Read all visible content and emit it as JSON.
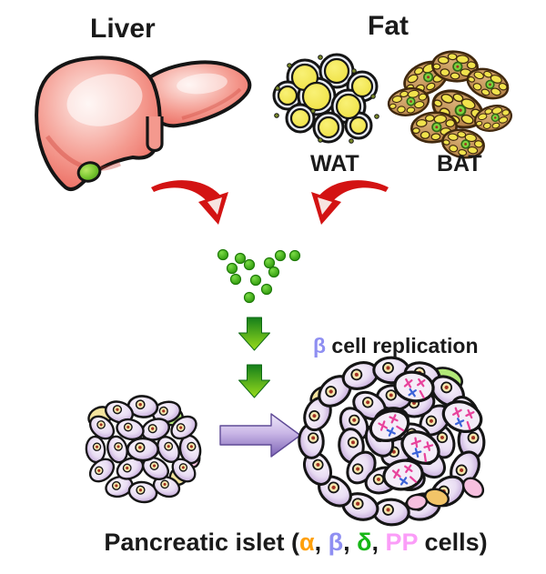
{
  "labels": {
    "liver": "Liver",
    "fat": "Fat",
    "wat": "WAT",
    "bat": "BAT"
  },
  "replication": {
    "beta_symbol": "β",
    "text": " cell replication"
  },
  "caption": {
    "prefix": "Pancreatic islet (",
    "alpha_symbol": "α",
    "sep1": ", ",
    "beta_symbol": "β",
    "sep2": ", ",
    "delta_symbol": "δ",
    "sep3": ", ",
    "pp": "PP",
    "suffix": " cells)"
  },
  "illustrations": {
    "liver": "hand-drawn liver with gallbladder",
    "wat": "white adipose tissue cell cluster",
    "bat": "brown adipose tissue cell cluster",
    "red_arrows": "red curved arrows from liver and fat",
    "green_dots": "secreted factor dots",
    "green_arrows": "downward green arrows",
    "purple_arrow": "islet growth arrow",
    "small_islet": "small pancreatic islet",
    "large_islet": "enlarged pancreatic islet with replicating beta cells"
  },
  "colors": {
    "background": "#ffffff",
    "text": "#1a1a1a",
    "alpha": "#ffa00a",
    "beta": "#8f8ff2",
    "delta": "#16b616",
    "pp": "#fb9df8",
    "outline": "#151515",
    "red_arrow": "#d31313",
    "red_arrow_inset": "#f7e3e0",
    "liver_highlight": "#fdece8",
    "liver_mid": "#f4998e",
    "liver_fill": "#e85b50",
    "liver_shade": "#c8352c",
    "gall_light": "#b8e864",
    "gall_mid": "#72c22c",
    "gall_dark": "#4f9a1e",
    "wat_rim": "#e9ecf6",
    "wat_yellow_light": "#f9f176",
    "wat_yellow": "#eee040",
    "wat_nucleus": "#7a8a28",
    "bat_light": "#d8ae74",
    "bat_brown": "#b07c40",
    "bat_outline": "#40280e",
    "bat_droplet": "#f0e24c",
    "bat_nucleus": "#7ed23e",
    "bat_nucleus_edge": "#2f6a15",
    "nucleolus": "#a33122",
    "green_dot_light": "#7bdc46",
    "green_dot": "#2f9a0c",
    "green_dot_edge": "#1e7a08",
    "green_arrow_top": "#157f1b",
    "green_arrow_bottom": "#98dc1c",
    "green_arrow_edge": "#0e6a14",
    "purple_arrow_light": "#f0eafb",
    "purple_arrow_mid": "#c9b6e6",
    "purple_arrow_dark": "#7c62b5",
    "purple_arrow_edge": "#5f4a96",
    "cell_light": "#fbf8fd",
    "cell_mid": "#e9ddf3",
    "cell_shade": "#bb9cd4",
    "islet_nucleus": "#f4e7ae",
    "accent_green": "#b2e878",
    "accent_yellow": "#f4e49e",
    "accent_pink": "#f7c0df",
    "accent_orange": "#f2c468",
    "mito_fill": "#f4edf8",
    "mito_pink": "#e8439c",
    "mito_blue": "#3c63d8"
  }
}
